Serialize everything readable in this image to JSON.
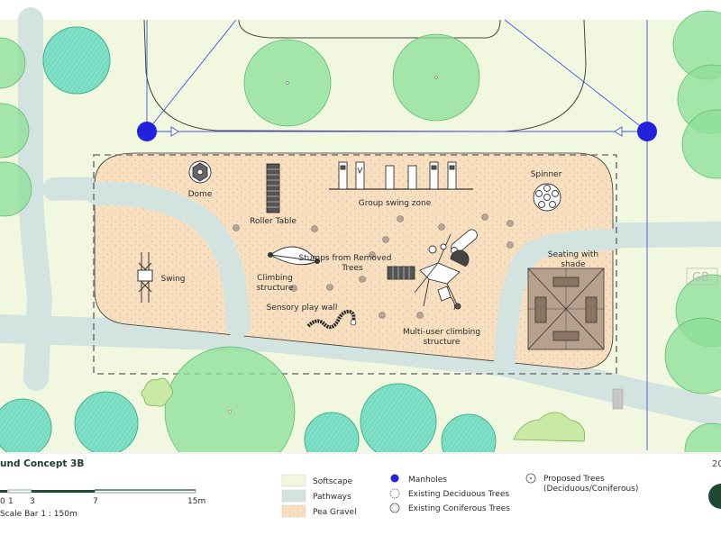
{
  "labels": {
    "dome": "Dome",
    "roller_table": "Roller Table",
    "group_swing_zone": "Group swing zone",
    "spinner": "Spinner",
    "swing": "Swing",
    "stumps_line1": "Stumps from Removed",
    "stumps_line2": "Trees",
    "climbing_line1": "Climbing",
    "climbing_line2": "structure",
    "sensory_wall": "Sensory play wall",
    "multi_line1": "Multi-user climbing",
    "multi_line2": "structure",
    "seating_line1": "Seating with",
    "seating_line2": "shade",
    "gb": "GB"
  },
  "footer": {
    "title": "und Concept 3B",
    "page_fragment": "20",
    "scale": {
      "ticks": [
        "0",
        "1",
        "3",
        "7",
        "15m"
      ],
      "caption": "Scale Bar 1 : 150m"
    }
  },
  "legend": {
    "softscape": "Softscape",
    "pathways": "Pathways",
    "pea_gravel": "Pea Gravel",
    "manholes": "Manholes",
    "deciduous": "Existing Deciduous Trees",
    "coniferous": "Existing Coniferous Trees",
    "proposed_line1": "Proposed Trees",
    "proposed_line2": "(Deciduous/Coniferous)"
  },
  "colors": {
    "softscape": "#f2f8df",
    "pathway": "#d3e4e0",
    "gravel": "#f8dfc0",
    "deciduous_tree": "#8edf9a",
    "coniferous_tree": "#7fe0c8",
    "manhole": "#2222dd",
    "dark_green": "#1e4a32"
  }
}
